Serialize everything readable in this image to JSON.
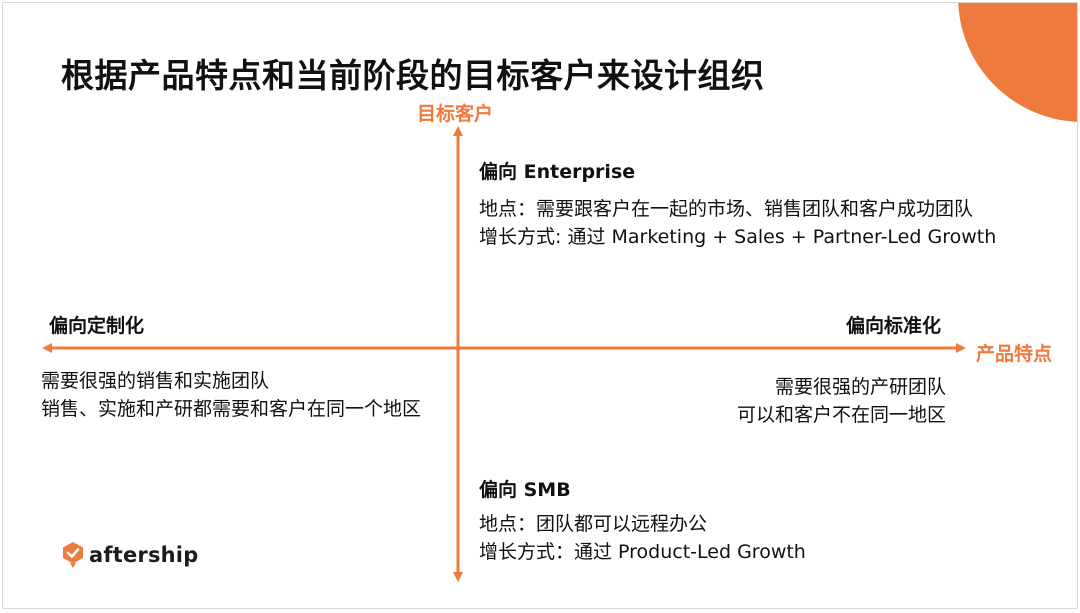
{
  "title": "根据产品特点和当前阶段的目标客户来设计组织",
  "axes": {
    "y_label": "目标客户",
    "x_label": "产品特点"
  },
  "quadrants": {
    "top": {
      "title": "偏向 Enterprise",
      "lines": [
        "地点：需要跟客户在一起的市场、销售团队和客户成功团队",
        "增长方式: 通过 Marketing + Sales + Partner-Led Growth"
      ]
    },
    "left": {
      "title": "偏向定制化",
      "lines": [
        "需要很强的销售和实施团队",
        "销售、实施和产研都需要和客户在同一个地区"
      ]
    },
    "right": {
      "title": "偏向标准化",
      "lines": [
        "需要很强的产研团队",
        "可以和客户不在同一地区"
      ]
    },
    "bottom": {
      "title": "偏向 SMB",
      "lines": [
        "地点：团队都可以远程办公",
        "增长方式：通过 Product-Led Growth"
      ]
    }
  },
  "logo": {
    "name": "aftership",
    "icon": "aftership-logo-icon"
  },
  "colors": {
    "accent": "#ee7b3d",
    "text": "#111111"
  }
}
